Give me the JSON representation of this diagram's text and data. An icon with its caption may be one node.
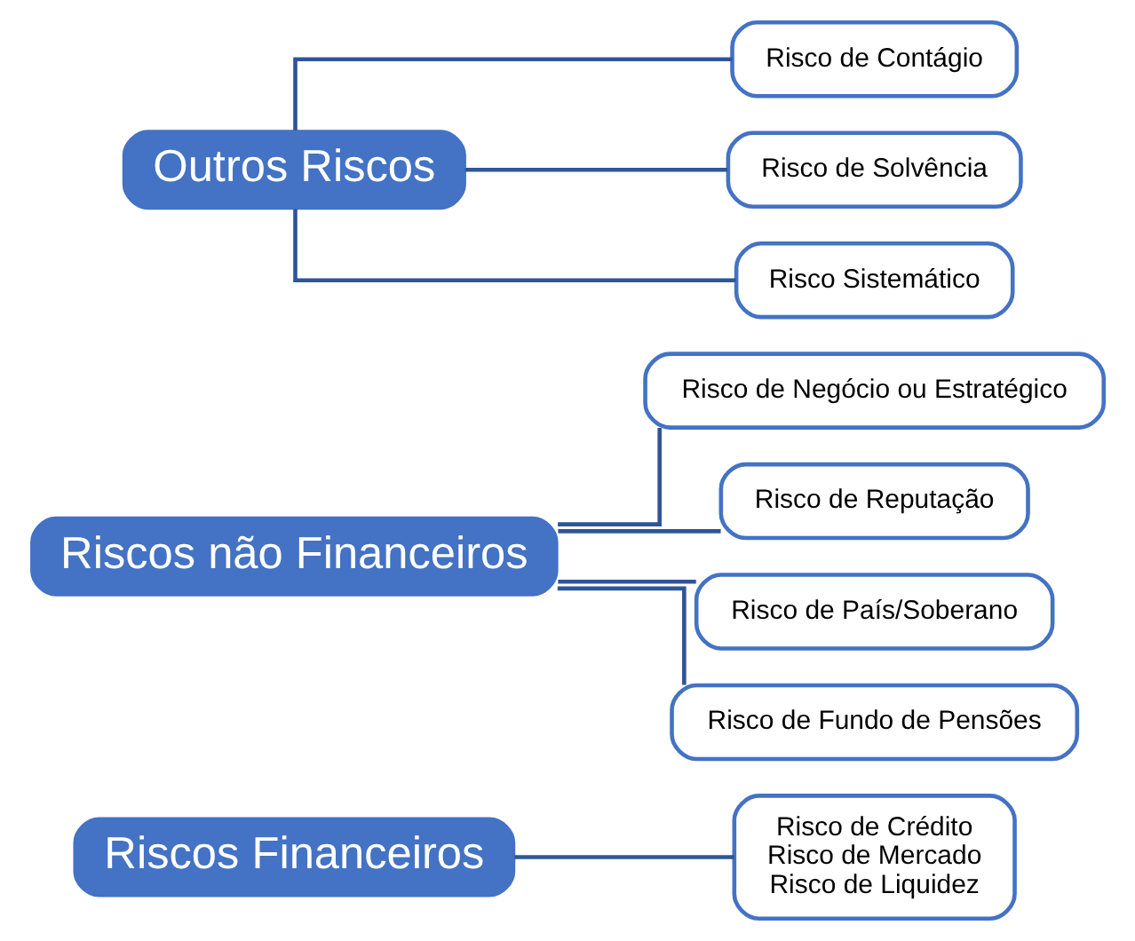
{
  "diagram": {
    "nodes": [
      {
        "text": [
          "Riscos Financeiros"
        ]
      },
      {
        "text": [
          "Risco de Crédito",
          "Risco de Mercado",
          "Risco de Liquidez"
        ]
      },
      {
        "text": [
          "Riscos não Financeiros"
        ]
      },
      {
        "text": [
          "Risco de Negócio ou Estratégico"
        ]
      },
      {
        "text": [
          "Risco de Reputação"
        ]
      },
      {
        "text": [
          "Risco de País/Soberano"
        ]
      },
      {
        "text": [
          "Risco de Fundo de Pensões"
        ]
      },
      {
        "text": [
          "Outros Riscos"
        ]
      },
      {
        "text": [
          "Risco de Contágio"
        ]
      },
      {
        "text": [
          "Risco de Solvência"
        ]
      },
      {
        "text": [
          "Risco Sistemático"
        ]
      }
    ],
    "edges": [
      {
        "from": 0,
        "to": 1,
        "arrow": "none"
      },
      {
        "from": 2,
        "to": 3,
        "arrow": "none"
      },
      {
        "from": 2,
        "to": 4,
        "arrow": "none"
      },
      {
        "from": 2,
        "to": 5,
        "arrow": "none"
      },
      {
        "from": 2,
        "to": 6,
        "arrow": "none"
      },
      {
        "from": 7,
        "to": 8,
        "arrow": "none"
      },
      {
        "from": 7,
        "to": 9,
        "arrow": "none"
      },
      {
        "from": 7,
        "to": 10,
        "arrow": "none"
      }
    ]
  }
}
